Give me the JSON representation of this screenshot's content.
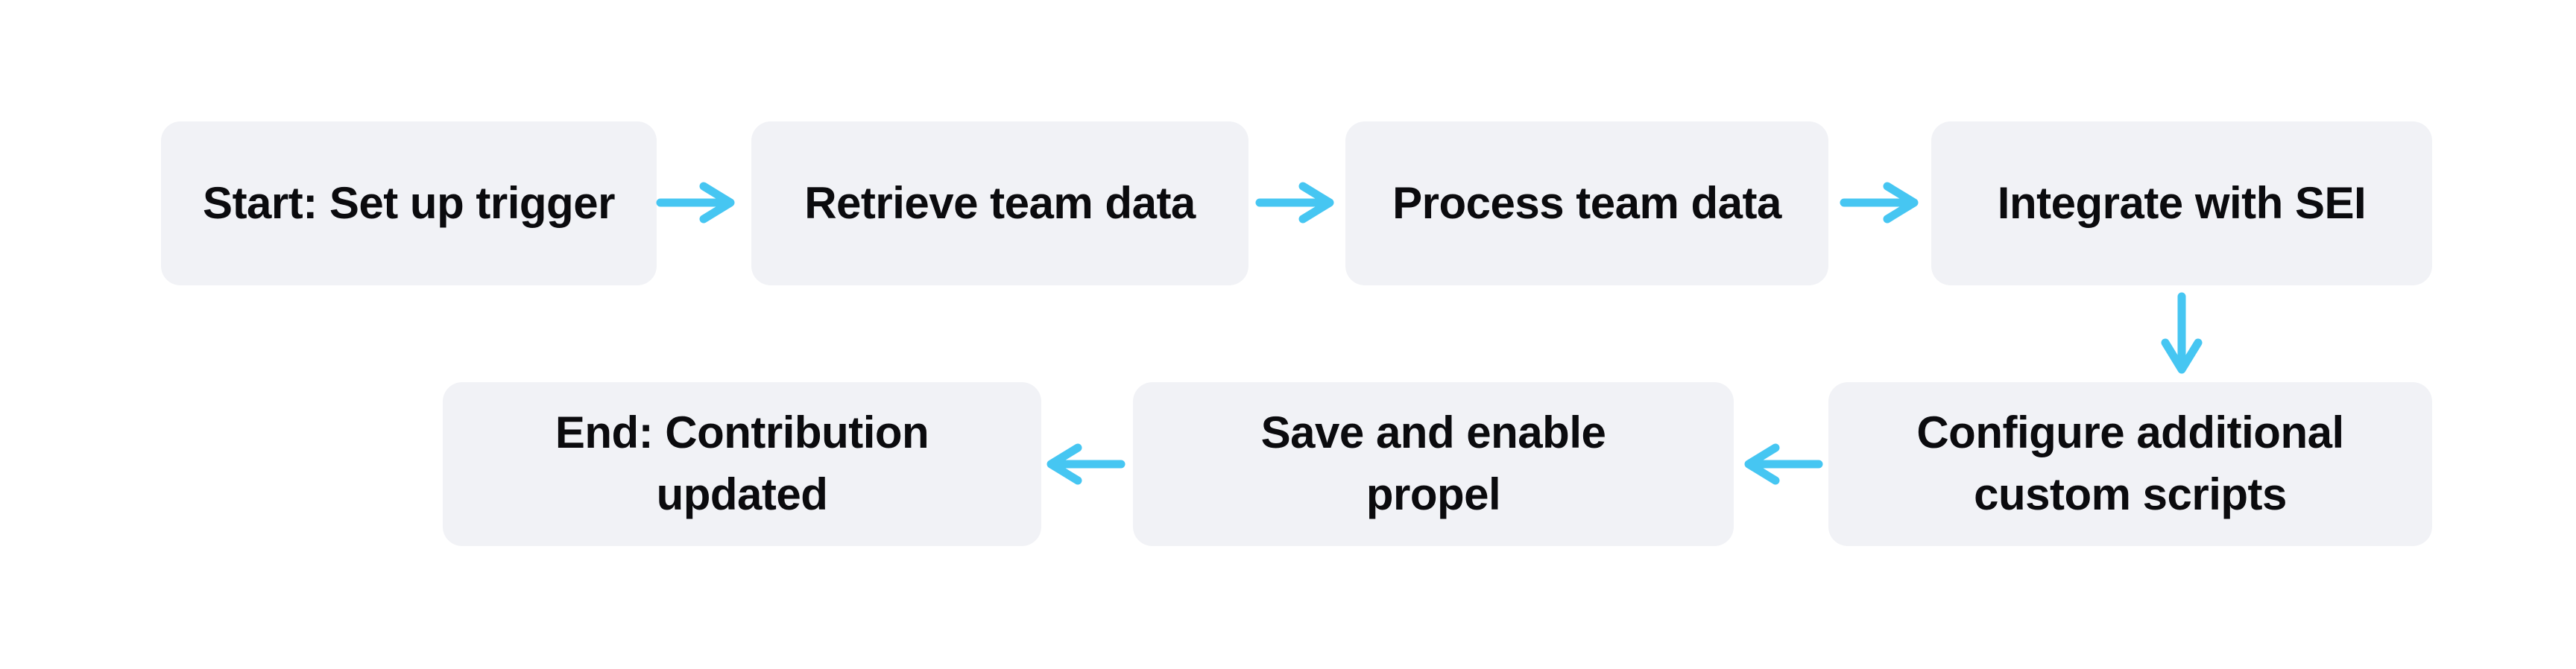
{
  "diagram": {
    "type": "flowchart",
    "colors": {
      "page_bg": "#ffffff",
      "node_fill": "#f1f2f6",
      "node_text": "#0b0b0e",
      "arrow": "#46c6f2"
    },
    "nodes": [
      {
        "id": "start",
        "label": "Start: Set up trigger"
      },
      {
        "id": "retrieve",
        "label": "Retrieve team data"
      },
      {
        "id": "process",
        "label": "Process team data"
      },
      {
        "id": "integrate",
        "label": "Integrate with SEI"
      },
      {
        "id": "configure",
        "label": "Configure additional\ncustom scripts"
      },
      {
        "id": "save",
        "label": "Save and enable\npropel"
      },
      {
        "id": "end",
        "label": "End: Contribution\nupdated"
      }
    ],
    "edges": [
      {
        "from": "start",
        "to": "retrieve",
        "direction": "right"
      },
      {
        "from": "retrieve",
        "to": "process",
        "direction": "right"
      },
      {
        "from": "process",
        "to": "integrate",
        "direction": "right"
      },
      {
        "from": "integrate",
        "to": "configure",
        "direction": "down"
      },
      {
        "from": "configure",
        "to": "save",
        "direction": "left"
      },
      {
        "from": "save",
        "to": "end",
        "direction": "left"
      }
    ]
  }
}
